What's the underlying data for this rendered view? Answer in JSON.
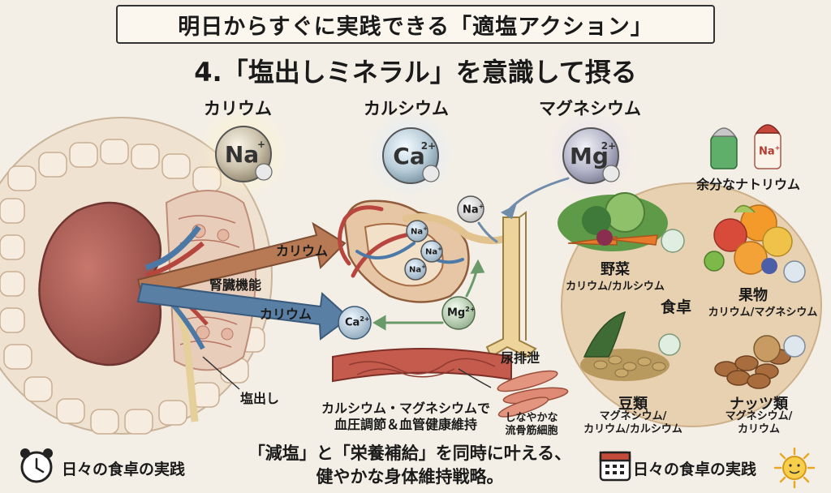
{
  "header": {
    "title": "明日からすぐに実践できる「適塩アクション」",
    "subtitle": "4.「塩出しミネラル」を意識して摂る"
  },
  "minerals": [
    {
      "name": "カリウム",
      "symbol": "Na",
      "charge": "+"
    },
    {
      "name": "カルシウム",
      "symbol": "Ca",
      "charge": "2+"
    },
    {
      "name": "マグネシウム",
      "symbol": "Mg",
      "charge": "2+"
    }
  ],
  "kidney": {
    "arrow_top": "カリウム",
    "arrow_bottom": "カリウム",
    "function_label": "腎臓機能",
    "salt_out_label": "塩出し"
  },
  "nephron": {
    "na_ion": "Na",
    "na_charge": "+",
    "na_inner": "Na",
    "ca_ion": "Ca",
    "ca_charge": "2+",
    "mg_ion": "Mg",
    "mg_charge": "2+",
    "urine_label": "尿排泄",
    "vessel_caption": "カルシウム・マグネシウムで\n血圧調節＆血管健康維持",
    "cell_caption": "しなやかな\n流骨筋細胞"
  },
  "excess_sodium": {
    "label": "余分なナトリウム",
    "shaker_label": "Na",
    "shaker_charge": "+"
  },
  "table": {
    "label": "食卓",
    "foods": [
      {
        "name": "野菜",
        "detail": "カリウム/カルシウム"
      },
      {
        "name": "果物",
        "detail": "カリウム/マグネシウム"
      },
      {
        "name": "豆類",
        "detail": "マグネシウム/\nカリウム/カルシウム"
      },
      {
        "name": "ナッツ類",
        "detail": "マグネシウム/\nカリウム"
      }
    ]
  },
  "footer": {
    "left": "日々の食卓の実践",
    "center": "「減塩」と「栄養補給」を同時に叶える、\n健やかな身体維持戦略。",
    "right": "日々の食卓の実践"
  },
  "colors": {
    "kidney": "#a65a52",
    "arrow_potassium": "#b87a55",
    "arrow_blue": "#5a7fa4",
    "table": "#e8d1b1",
    "background": "#f4efe6"
  }
}
